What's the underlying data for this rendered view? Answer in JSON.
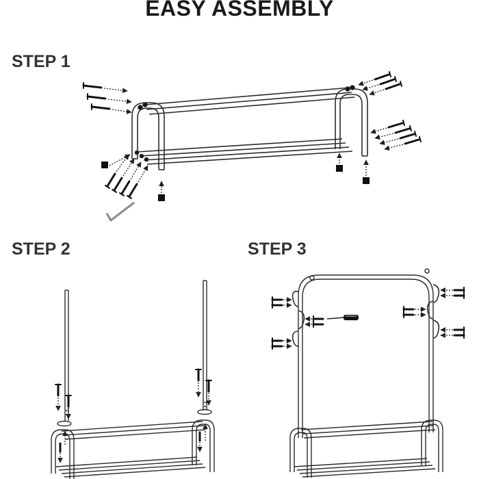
{
  "title": "EASY ASSEMBLY",
  "steps": [
    {
      "label": "STEP 1"
    },
    {
      "label": "STEP 2"
    },
    {
      "label": "STEP 3"
    }
  ],
  "colors": {
    "line": "#2b2b2b",
    "part": "#111111",
    "arrow": "#222222",
    "background": "#ffffff"
  },
  "icons": [
    "screw-icon",
    "foot-cap-icon",
    "allen-key-icon",
    "screwdriver-icon",
    "hook-icon",
    "arrow-icon"
  ]
}
